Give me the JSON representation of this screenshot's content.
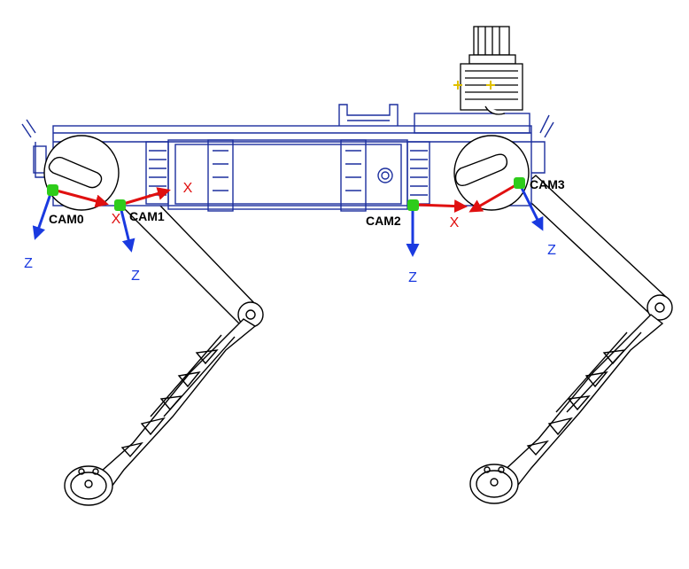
{
  "cameras": [
    {
      "label": "CAM0"
    },
    {
      "label": "CAM1"
    },
    {
      "label": "CAM2"
    },
    {
      "label": "CAM3"
    }
  ],
  "axis_labels": {
    "x": "X",
    "z": "Z"
  },
  "colors": {
    "body_outline": "#1c2f9e",
    "leg_outline": "#000000",
    "camera_marker": "#2ecc1a",
    "x_axis": "#e01010",
    "z_axis": "#1a3ae0"
  }
}
